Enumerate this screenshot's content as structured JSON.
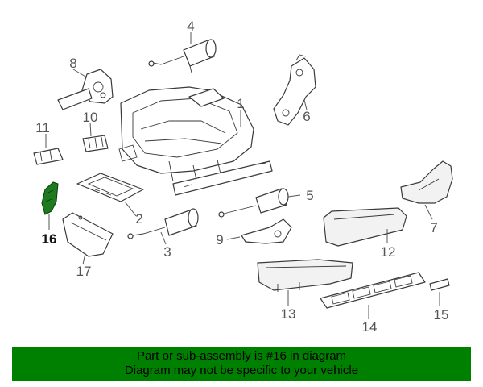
{
  "diagram": {
    "highlighted_part": "16",
    "callouts": [
      "1",
      "2",
      "3",
      "4",
      "5",
      "6",
      "7",
      "8",
      "9",
      "10",
      "11",
      "12",
      "13",
      "14",
      "15",
      "16",
      "17"
    ]
  },
  "colors": {
    "banner": "#008000",
    "highlight": "#1e7a1e",
    "line": "#3a3a3a"
  },
  "footer": {
    "line1": "Part or sub-assembly is #16 in diagram",
    "line2": "Diagram may not be specific to your vehicle"
  }
}
